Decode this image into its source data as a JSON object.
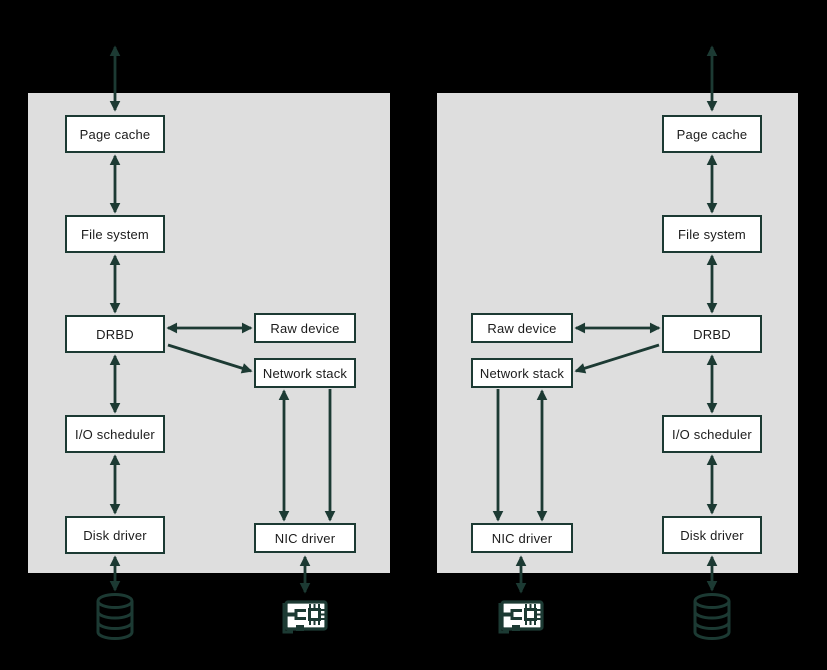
{
  "colors": {
    "background": "#000000",
    "panel": "#dedede",
    "box_fill": "#ffffff",
    "accent": "#1c3a33",
    "text": "#1b1b1b"
  },
  "panels": {
    "left": {
      "boxes": {
        "page_cache": "Page cache",
        "file_system": "File system",
        "drbd": "DRBD",
        "io_scheduler": "I/O scheduler",
        "disk_driver": "Disk driver",
        "raw_device": "Raw device",
        "network_stack": "Network stack",
        "nic_driver": "NIC driver"
      }
    },
    "right": {
      "boxes": {
        "page_cache": "Page cache",
        "file_system": "File system",
        "drbd": "DRBD",
        "io_scheduler": "I/O scheduler",
        "disk_driver": "Disk driver",
        "raw_device": "Raw device",
        "network_stack": "Network stack",
        "nic_driver": "NIC driver"
      }
    }
  },
  "icons": {
    "left_disk": "disk-storage-cylinder",
    "left_nic": "network-interface-card",
    "right_nic": "network-interface-card",
    "right_disk": "disk-storage-cylinder"
  }
}
